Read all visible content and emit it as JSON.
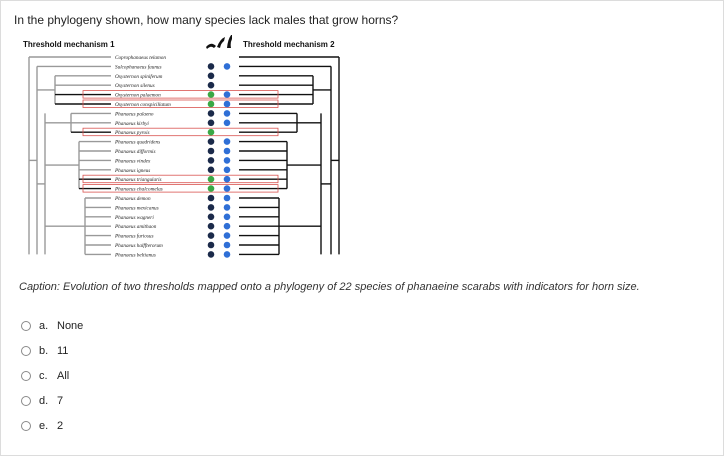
{
  "question": "In the phylogeny shown, how many species lack males that grow horns?",
  "figure": {
    "left_title": "Threshold mechanism 1",
    "right_title": "Threshold mechanism 2",
    "species": [
      {
        "name": "Coprophanaeus telamon",
        "left": "none",
        "right": "none",
        "highlight": false
      },
      {
        "name": "Sulcophanaeus faunus",
        "left": "dark",
        "right": "blue",
        "highlight": false
      },
      {
        "name": "Oxysternon spiniferum",
        "left": "dark",
        "right": "none",
        "highlight": false
      },
      {
        "name": "Oxysternon silenus",
        "left": "dark",
        "right": "none",
        "highlight": false
      },
      {
        "name": "Oxysternon palaemon",
        "left": "green",
        "right": "blue",
        "highlight": true
      },
      {
        "name": "Oxysternon conspicillatum",
        "left": "green",
        "right": "blue",
        "highlight": true
      },
      {
        "name": "Phanaeus palaeno",
        "left": "dark",
        "right": "blue",
        "highlight": false
      },
      {
        "name": "Phanaeus kirbyi",
        "left": "dark",
        "right": "blue",
        "highlight": false
      },
      {
        "name": "Phanaeus pyrois",
        "left": "green",
        "right": "none",
        "highlight": true
      },
      {
        "name": "Phanaeus quadridens",
        "left": "dark",
        "right": "blue",
        "highlight": false
      },
      {
        "name": "Phanaeus difformis",
        "left": "dark",
        "right": "blue",
        "highlight": false
      },
      {
        "name": "Phanaeus vindex",
        "left": "dark",
        "right": "blue",
        "highlight": false
      },
      {
        "name": "Phanaeus igneus",
        "left": "dark",
        "right": "blue",
        "highlight": false
      },
      {
        "name": "Phanaeus triangularis",
        "left": "green",
        "right": "blue",
        "highlight": true
      },
      {
        "name": "Phanaeus chalcomelas",
        "left": "green",
        "right": "blue",
        "highlight": true
      },
      {
        "name": "Phanaeus demon",
        "left": "dark",
        "right": "blue",
        "highlight": false
      },
      {
        "name": "Phanaeus mexicanus",
        "left": "dark",
        "right": "blue",
        "highlight": false
      },
      {
        "name": "Phanaeus wagneri",
        "left": "dark",
        "right": "blue",
        "highlight": false
      },
      {
        "name": "Phanaeus amithaon",
        "left": "dark",
        "right": "blue",
        "highlight": false
      },
      {
        "name": "Phanaeus furiosus",
        "left": "dark",
        "right": "blue",
        "highlight": false
      },
      {
        "name": "Phanaeus halffterorum",
        "left": "dark",
        "right": "blue",
        "highlight": false
      },
      {
        "name": "Phanaeus beltianus",
        "left": "dark",
        "right": "blue",
        "highlight": false
      }
    ],
    "colors": {
      "green": "#3aa845",
      "dark": "#1b2a4a",
      "blue": "#2f6fd6",
      "highlight": "#d9534f",
      "tree_left": "#999999",
      "tree_right": "#111111"
    }
  },
  "caption": "Caption: Evolution of two thresholds mapped onto a phylogeny of 22 species of phanaeine scarabs with indicators for horn size.",
  "options": [
    {
      "letter": "a.",
      "text": "None"
    },
    {
      "letter": "b.",
      "text": "11"
    },
    {
      "letter": "c.",
      "text": "All"
    },
    {
      "letter": "d.",
      "text": "7"
    },
    {
      "letter": "e.",
      "text": "2"
    }
  ]
}
